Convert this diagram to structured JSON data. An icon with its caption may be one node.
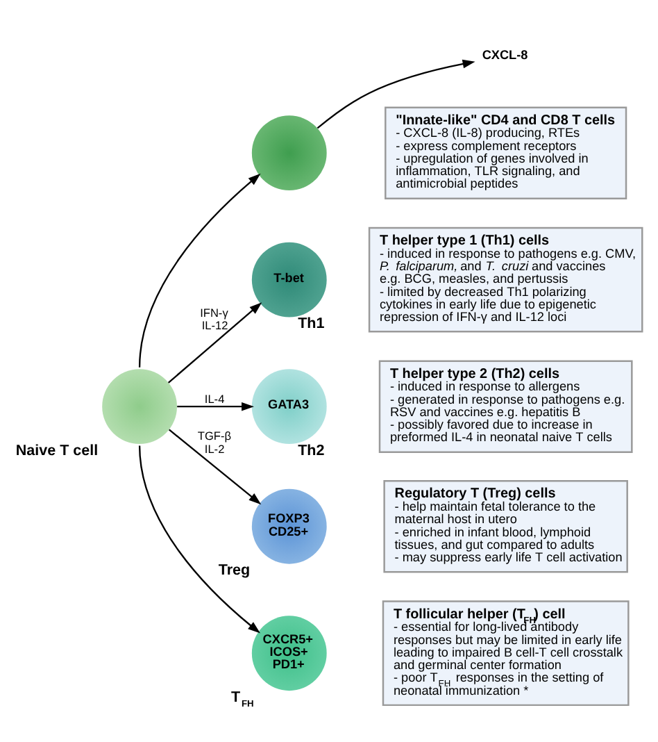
{
  "diagram": {
    "nodes": [
      {
        "text": [],
        "shape": "circle"
      },
      {
        "text": [
          "CXCL-8"
        ]
      },
      {
        "text": [
          "\"Innate-like\" CD4 and CD8 T cells",
          "- CXCL-8 (IL-8) producing, RTEs",
          "- express complement receptors",
          "- upregulation of genes involved in inflammation, TLR signaling, and antimicrobial peptides"
        ]
      },
      {
        "text": [
          "T-bet"
        ],
        "beside": [
          "Th1"
        ]
      },
      {
        "text": [
          "T helper type 1 (Th1) cells",
          "- induced in response to pathogens e.g. CMV, *P. falciparum,* and *T. cruzi* and vaccines e.g. BCG, measles, and pertussis",
          "- limited by decreased Th1 polarizing cytokines in early life due to epigenetic repression of IFN-γ and IL-12 loci"
        ]
      },
      {
        "text": [],
        "shape": "circle",
        "beside": [
          "Naive T cell"
        ]
      },
      {
        "text": [
          "GATA3"
        ],
        "beside": [
          "Th2"
        ]
      },
      {
        "text": [
          "T helper type 2 (Th2) cells",
          "- induced in response to allergens",
          "- generated in response to pathogens e.g. RSV and vaccines e.g. hepatitis B",
          "- possibly favored due to increase in preformed IL-4 in neonatal naive T cells"
        ]
      },
      {
        "text": [
          "FOXP3 CD25+"
        ],
        "beside": [
          "Treg"
        ]
      },
      {
        "text": [
          "Regulatory T (Treg) cells",
          "- help maintain fetal tolerance to the maternal host in utero",
          "- enriched in infant blood, lymphoid tissues, and gut compared to adults",
          "- may suppress early life T cell activation"
        ]
      },
      {
        "text": [
          "CXCR5+ ICOS+ PD1+"
        ],
        "beside": [
          "T$_{FH}$"
        ]
      },
      {
        "text": [
          "T follicular helper (T$_{FH}$) cell",
          "- essential for long-lived antibody responses but may be limited in early life leading to impaired B cell-T cell crosstalk and germinal center formation",
          "- poor T$_{FH}$ responses in the setting of neonatal immunization *"
        ]
      }
    ],
    "edges": [
      {
        "from": 5,
        "to": 0,
        "arrow": "to"
      },
      {
        "from": 0,
        "to": 1,
        "arrow": "to"
      },
      {
        "from": 5,
        "to": 3,
        "arrow": "to",
        "label": "IFN-γ IL-12"
      },
      {
        "from": 5,
        "to": 6,
        "arrow": "to",
        "label": "IL-4"
      },
      {
        "from": 5,
        "to": 8,
        "arrow": "to",
        "label": "TGF-β IL-2"
      },
      {
        "from": 5,
        "to": 10,
        "arrow": "to"
      }
    ]
  }
}
